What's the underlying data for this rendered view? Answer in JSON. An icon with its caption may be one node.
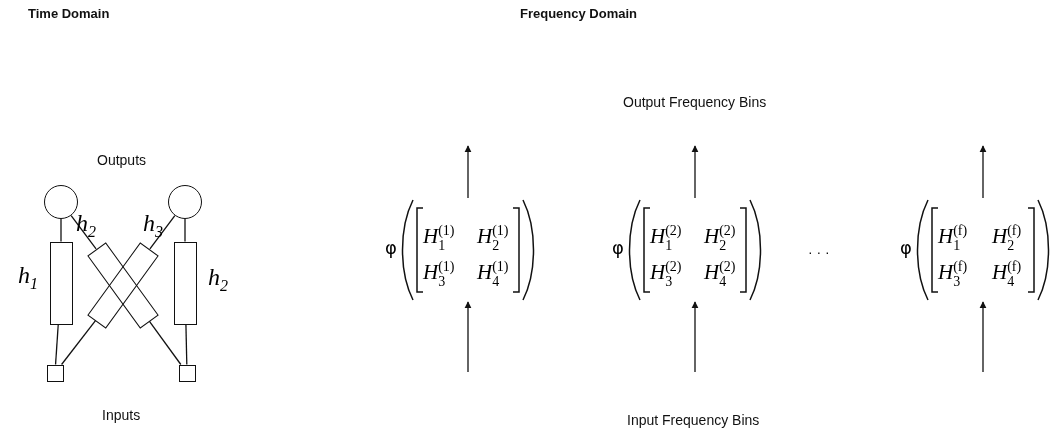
{
  "diagram": {
    "nodes": [
      {
        "text": [],
        "shape": "circle"
      },
      {
        "text": [],
        "shape": "circle"
      },
      {
        "text": [],
        "shape": "box",
        "beside": [
          "h$_{1}$"
        ]
      },
      {
        "text": [],
        "shape": "box",
        "beside": [
          "h$_{2}$"
        ]
      },
      {
        "text": [],
        "shape": "box",
        "beside": [
          "h$_{3}$"
        ]
      },
      {
        "text": [],
        "shape": "box",
        "beside": [
          "h$_{2}$"
        ]
      },
      {
        "text": [],
        "shape": "box"
      },
      {
        "text": [],
        "shape": "box"
      },
      {
        "text": [
          "φ",
          "*H*$_{1}$$^{(1)}$",
          "*H*$_{2}$$^{(1)}$",
          "*H*$_{3}$$^{(1)}$",
          "*H*$_{4}$$^{(1)}$"
        ]
      },
      {
        "text": [
          "φ",
          "*H*$_{1}$$^{(2)}$",
          "*H*$_{2}$$^{(2)}$",
          "*H*$_{3}$$^{(2)}$",
          "*H*$_{4}$$^{(2)}$"
        ]
      },
      {
        "text": [
          "φ",
          "*H*$_{1}$$^{(f)}$",
          "*H*$_{2}$$^{(f)}$",
          "*H*$_{3}$$^{(f)}$",
          "*H*$_{4}$$^{(f)}$"
        ]
      }
    ],
    "edges": [
      {
        "from": 0,
        "to": 2,
        "arrow": "none"
      },
      {
        "from": 2,
        "to": 6,
        "arrow": "none"
      },
      {
        "from": 0,
        "to": 3,
        "arrow": "none"
      },
      {
        "from": 3,
        "to": 7,
        "arrow": "none"
      },
      {
        "from": 1,
        "to": 4,
        "arrow": "none"
      },
      {
        "from": 4,
        "to": 6,
        "arrow": "none"
      },
      {
        "from": 1,
        "to": 5,
        "arrow": "none"
      },
      {
        "from": 5,
        "to": 7,
        "arrow": "none"
      },
      {
        "from": null,
        "to": 8,
        "arrow": "to"
      },
      {
        "from": 8,
        "to": null,
        "arrow": "to"
      },
      {
        "from": null,
        "to": 9,
        "arrow": "to"
      },
      {
        "from": 9,
        "to": null,
        "arrow": "to"
      },
      {
        "from": null,
        "to": 10,
        "arrow": "to"
      },
      {
        "from": 10,
        "to": null,
        "arrow": "to"
      }
    ],
    "labels": [
      "Time Domain",
      "Frequency Domain",
      "Output Frequency Bins",
      "Outputs",
      "· · ·",
      "Inputs",
      "Input Frequency Bins"
    ]
  }
}
